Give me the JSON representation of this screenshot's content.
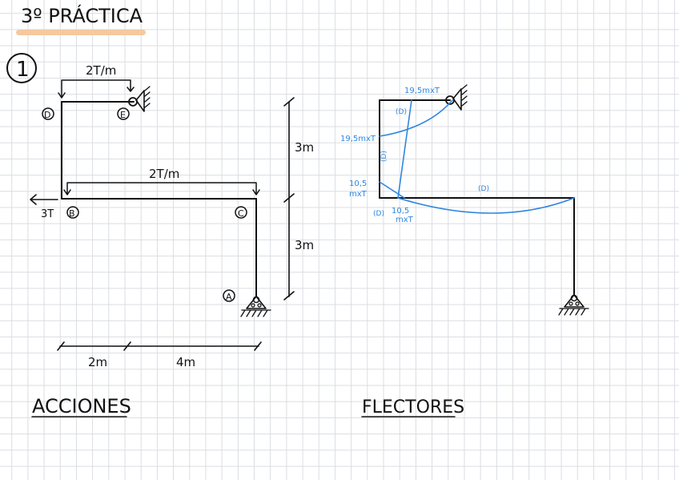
{
  "title": "3º PRÁCTICA",
  "exercise_number": "1",
  "left_diagram": {
    "heading": "ACCIONES",
    "load_top": "2T/m",
    "load_middle": "2T/m",
    "horizontal_force": "3T",
    "node_D": "D",
    "node_E": "E",
    "node_B": "B",
    "node_C": "C",
    "node_A": "A",
    "dim_upper_height": "3m",
    "dim_lower_height": "3m",
    "dim_left_span": "2m",
    "dim_right_span": "4m"
  },
  "right_diagram": {
    "heading": "FLECTORES",
    "top_moment": "19,5mxT",
    "left_moment": "19,5mxT",
    "mid_left_moment": "10,5\nmxT",
    "bottom_moment": "10,5\nmxT",
    "sign_top": "(D)",
    "sign_vertical": "(D)",
    "sign_beam": "(D)",
    "sign_corner": "(D)"
  },
  "colors": {
    "ink": "#111111",
    "moment_blue": "#2f86e0",
    "title_underline": "#f5c9a0",
    "grid": "#d9dde2"
  }
}
